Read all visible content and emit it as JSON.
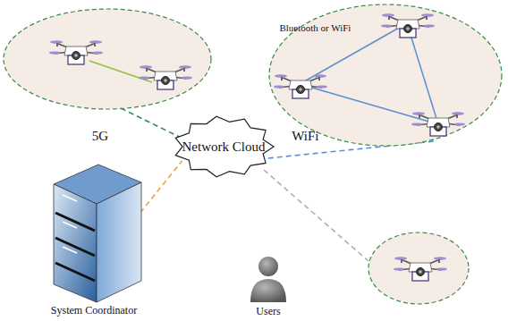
{
  "diagram": {
    "nodes": [
      {
        "text": [
          "Network Cloud"
        ]
      },
      {
        "text": [
          "Bluetooth or WiFi"
        ]
      },
      {
        "text": [
          "System Coordinator"
        ]
      },
      {
        "text": [
          "Users"
        ]
      }
    ],
    "edges": [
      {
        "from": 0,
        "to": 1,
        "arrow": "none",
        "label": "WiFi"
      },
      {
        "from": 2,
        "to": 0,
        "arrow": "none"
      }
    ],
    "labels": [
      "5G"
    ]
  }
}
